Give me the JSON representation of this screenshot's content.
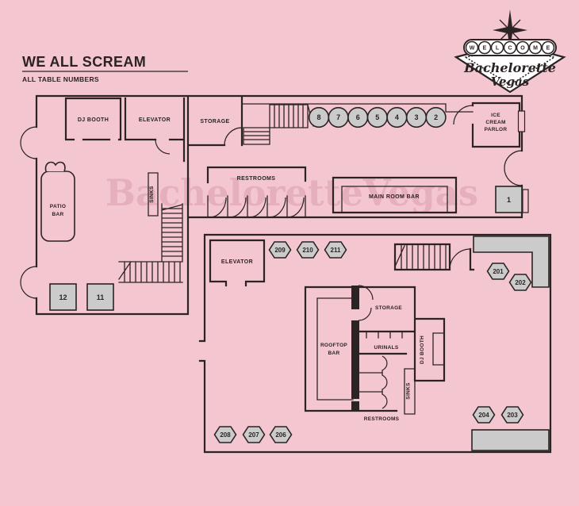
{
  "header": {
    "title": "WE ALL SCREAM",
    "subtitle": "ALL TABLE NUMBERS"
  },
  "logo": {
    "welcome_letters": [
      "W",
      "E",
      "L",
      "C",
      "O",
      "M",
      "E"
    ],
    "script_line1": "Bachelorette",
    "script_line2": "Vegas"
  },
  "watermark": "BacheloretteVegas",
  "floor1": {
    "labels": {
      "dj_booth": "DJ BOOTH",
      "elevator": "ELEVATOR",
      "storage": "STORAGE",
      "patio_bar_line1": "PATIO",
      "patio_bar_line2": "BAR",
      "sinks": "SINKS",
      "restrooms": "RESTROOMS",
      "main_room_bar": "MAIN ROOM BAR",
      "ice_cream_line1": "ICE",
      "ice_cream_line2": "CREAM",
      "ice_cream_line3": "PARLOR"
    },
    "circle_tables": [
      "8",
      "7",
      "6",
      "5",
      "4",
      "3",
      "2"
    ],
    "square_tables": {
      "t1": "1",
      "t12": "12",
      "t11": "11"
    }
  },
  "floor2": {
    "labels": {
      "elevator": "ELEVATOR",
      "rooftop_bar_line1": "ROOFTOP",
      "rooftop_bar_line2": "BAR",
      "storage": "STORAGE",
      "urinals": "URINALS",
      "dj_booth": "DJ BOOTH",
      "sinks": "SINKS",
      "restrooms": "RESTROOMS"
    },
    "hex_tables": {
      "h209": "209",
      "h210": "210",
      "h211": "211",
      "h201": "201",
      "h202": "202",
      "h204": "204",
      "h203": "203",
      "h208": "208",
      "h207": "207",
      "h206": "206"
    }
  },
  "colors": {
    "background": "#F4C6D0",
    "line": "#2B2324",
    "fill_gray": "#CBCBCB",
    "watermark": "#E5AFBD"
  }
}
